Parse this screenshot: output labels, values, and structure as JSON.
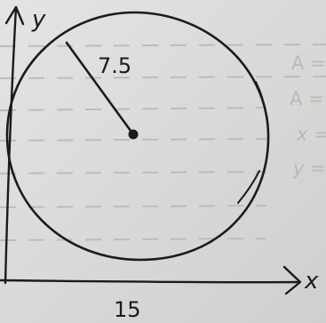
{
  "diagram": {
    "axis_labels": {
      "y": "y",
      "x": "x"
    },
    "radius_label": "7.5",
    "diameter_label": "15",
    "margin_notes": [
      "A =",
      "A =",
      "x =",
      "y ="
    ]
  }
}
